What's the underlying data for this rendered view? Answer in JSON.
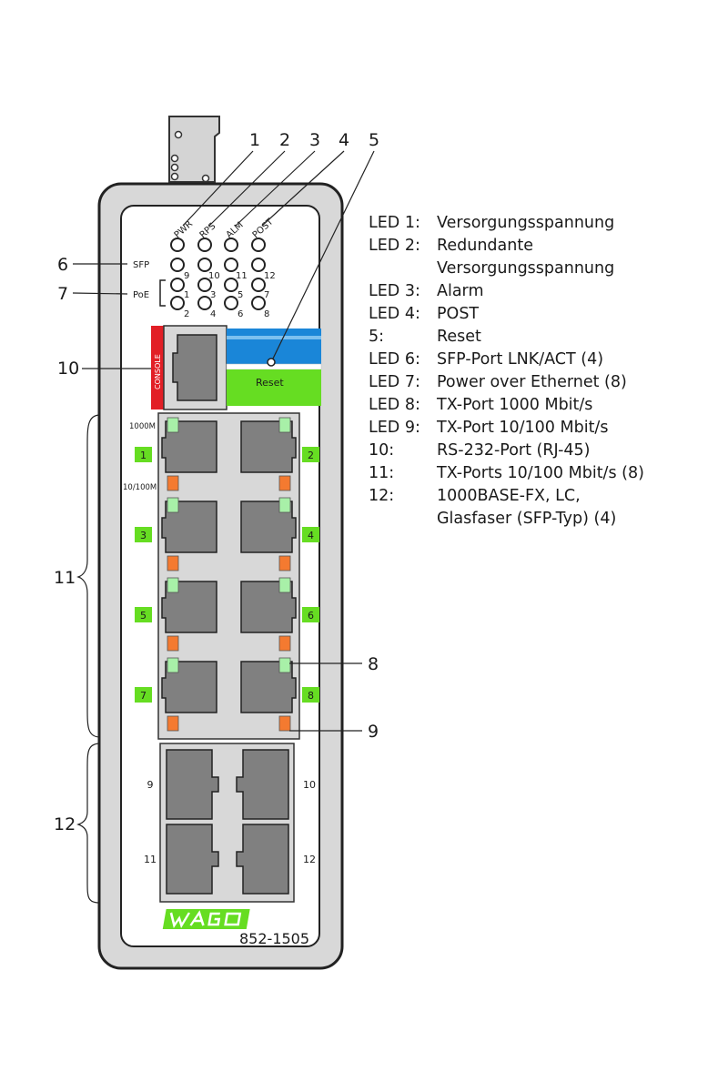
{
  "device": {
    "model": "852-1505",
    "brand_logo": "WAGO",
    "colors": {
      "green": "#66dd22",
      "blue": "#1a86d8",
      "red": "#e21f26",
      "orange": "#f47a30",
      "led_green": "#a8f0a8",
      "port_gray": "#808080",
      "panel_gray": "#d8d8d8"
    }
  },
  "top_leds": [
    "PWR",
    "RPS",
    "ALM",
    "POST"
  ],
  "row_labels": {
    "sfp": "SFP",
    "poe": "PoE"
  },
  "sfp_led_numbers": [
    "9",
    "10",
    "11",
    "12"
  ],
  "poe_led_numbers": [
    "1",
    "2",
    "3",
    "4",
    "5",
    "6",
    "7",
    "8"
  ],
  "console_label": "CONSOLE",
  "reset_label": "Reset",
  "speed_labels": {
    "gigabit": "1000M",
    "fast": "10/100M"
  },
  "tx_ports": [
    "1",
    "2",
    "3",
    "4",
    "5",
    "6",
    "7",
    "8"
  ],
  "sfp_ports": [
    "9",
    "10",
    "11",
    "12"
  ],
  "callouts": {
    "c1": "1",
    "c2": "2",
    "c3": "3",
    "c4": "4",
    "c5": "5",
    "c6": "6",
    "c7": "7",
    "c8": "8",
    "c9": "9",
    "c10": "10",
    "c11": "11",
    "c12": "12"
  },
  "legend": [
    {
      "key": "LED 1:",
      "text": "Versorgungsspannung"
    },
    {
      "key": "LED 2:",
      "text": "Redundante"
    },
    {
      "key": "",
      "text": "Versorgungsspannung"
    },
    {
      "key": "LED 3:",
      "text": "Alarm"
    },
    {
      "key": "LED 4:",
      "text": "POST"
    },
    {
      "key": "5:",
      "text": "Reset"
    },
    {
      "key": "LED 6:",
      "text": "SFP-Port LNK/ACT (4)"
    },
    {
      "key": "LED 7:",
      "text": "Power over Ethernet (8)"
    },
    {
      "key": "LED 8:",
      "text": "TX-Port 1000 Mbit/s"
    },
    {
      "key": "LED 9:",
      "text": "TX-Port 10/100 Mbit/s"
    },
    {
      "key": "10:",
      "text": "RS-232-Port (RJ-45)"
    },
    {
      "key": "11:",
      "text": "TX-Ports 10/100 Mbit/s (8)"
    },
    {
      "key": "12:",
      "text": "1000BASE-FX, LC,"
    },
    {
      "key": "",
      "text": "Glasfaser (SFP-Typ) (4)"
    }
  ]
}
